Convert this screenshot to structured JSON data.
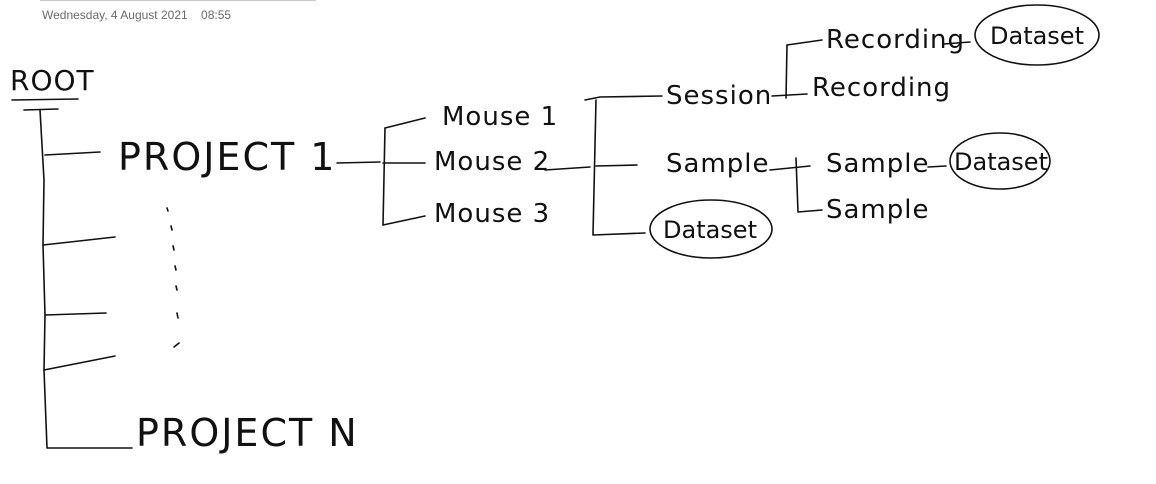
{
  "header": {
    "date": "Wednesday, 4 August 2021",
    "time": "08:55"
  },
  "diagram": {
    "root": "ROOT",
    "project_first": "PROJECT 1",
    "project_last": "PROJECT N",
    "mice": [
      "Mouse 1",
      "Mouse 2",
      "Mouse 3"
    ],
    "session": "Session",
    "sample": "Sample",
    "dataset": "Dataset",
    "recordings": [
      "Recording",
      "Recording"
    ],
    "samples": [
      "Sample",
      "Sample"
    ],
    "datasets": [
      "Dataset",
      "Dataset",
      "Dataset"
    ]
  },
  "colors": {
    "ink": "#111111",
    "timestamp": "#6a6a6a"
  }
}
